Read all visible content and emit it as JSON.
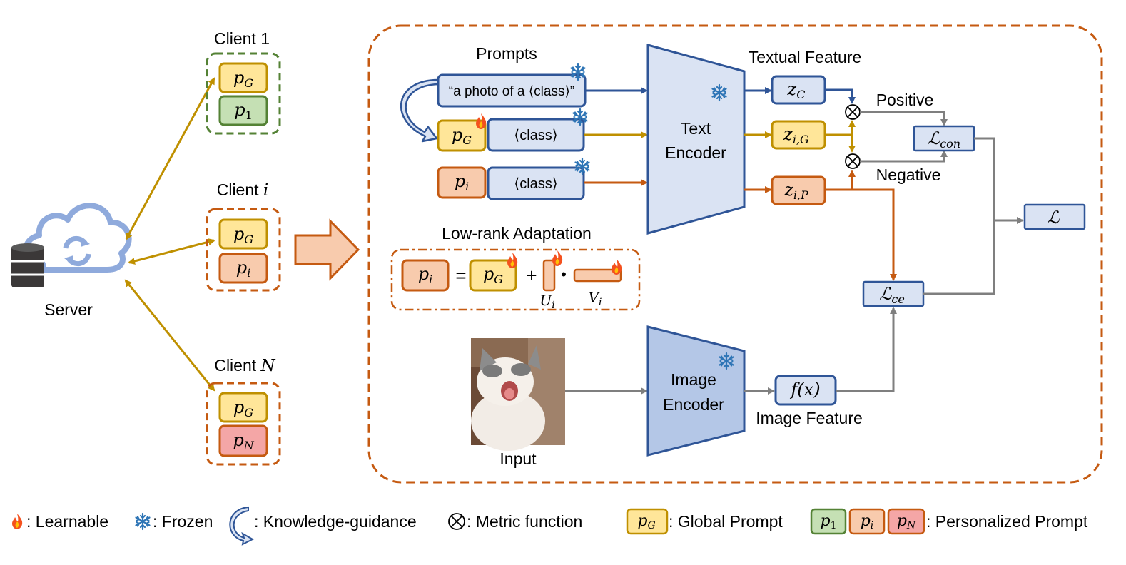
{
  "server": {
    "label": "Server"
  },
  "clients": [
    {
      "title_prefix": "Client",
      "title_var": "1",
      "global": {
        "base": "p",
        "sub": "G"
      },
      "personal": {
        "base": "p",
        "sub": "1"
      }
    },
    {
      "title_prefix": "Client",
      "title_var": "i",
      "global": {
        "base": "p",
        "sub": "G"
      },
      "personal": {
        "base": "p",
        "sub": "i"
      }
    },
    {
      "title_prefix": "Client",
      "title_var": "N",
      "global": {
        "base": "p",
        "sub": "G"
      },
      "personal": {
        "base": "p",
        "sub": "N"
      }
    }
  ],
  "prompts": {
    "title": "Prompts",
    "template_text": "“a photo of a ⟨class⟩”",
    "class_token": "⟨class⟩",
    "global_prompt": {
      "base": "p",
      "sub": "G"
    },
    "personal_prompt": {
      "base": "p",
      "sub": "i"
    }
  },
  "text_encoder": {
    "line1": "Text",
    "line2": "Encoder"
  },
  "image_encoder": {
    "line1": "Image",
    "line2": "Encoder"
  },
  "textual_feature": {
    "title": "Textual Feature",
    "z_c": {
      "base": "z",
      "sub": "C"
    },
    "z_ig": {
      "base": "z",
      "sub": "i,G"
    },
    "z_ip": {
      "base": "z",
      "sub": "i,P"
    }
  },
  "metric": {
    "symbol": "⊗",
    "positive": "Positive",
    "negative": "Negative"
  },
  "losses": {
    "con": {
      "base": "ℒ",
      "sub": "con"
    },
    "ce": {
      "base": "ℒ",
      "sub": "ce"
    },
    "total": {
      "base": "ℒ"
    }
  },
  "lora": {
    "title": "Low-rank Adaptation",
    "lhs": {
      "base": "p",
      "sub": "i"
    },
    "equals": "=",
    "rhs_global": {
      "base": "p",
      "sub": "G"
    },
    "plus": "+",
    "dot": "•",
    "u": {
      "base": "U",
      "sub": "i"
    },
    "v": {
      "base": "V",
      "sub": "i"
    }
  },
  "input": {
    "label": "Input"
  },
  "image_feature": {
    "fx": "f(x)",
    "label": "Image Feature"
  },
  "legend": {
    "learnable": ": Learnable",
    "frozen": ": Frozen",
    "guidance": ": Knowledge-guidance",
    "metric": ": Metric function",
    "global_prompt": ": Global Prompt",
    "personalized_prompt": ": Personalized Prompt",
    "g_chip": {
      "base": "p",
      "sub": "G"
    },
    "p1_chip": {
      "base": "p",
      "sub": "1"
    },
    "pi_chip": {
      "base": "p",
      "sub": "i"
    },
    "pn_chip": {
      "base": "p",
      "sub": "N"
    }
  },
  "colors": {
    "orange_border": "#c55a11",
    "green_border": "#548235",
    "gold": "#bf9000",
    "gold_fill": "#ffe699",
    "green_fill": "#c5e0b4",
    "orange_fill": "#f8cbad",
    "red_fill": "#f4a6a6",
    "blue_border": "#2f5597",
    "blue_fill": "#dae3f3",
    "encoder_fill": "#b4c7e7",
    "gray_arrow": "#7f7f7f",
    "cloud": "#8faadc"
  }
}
